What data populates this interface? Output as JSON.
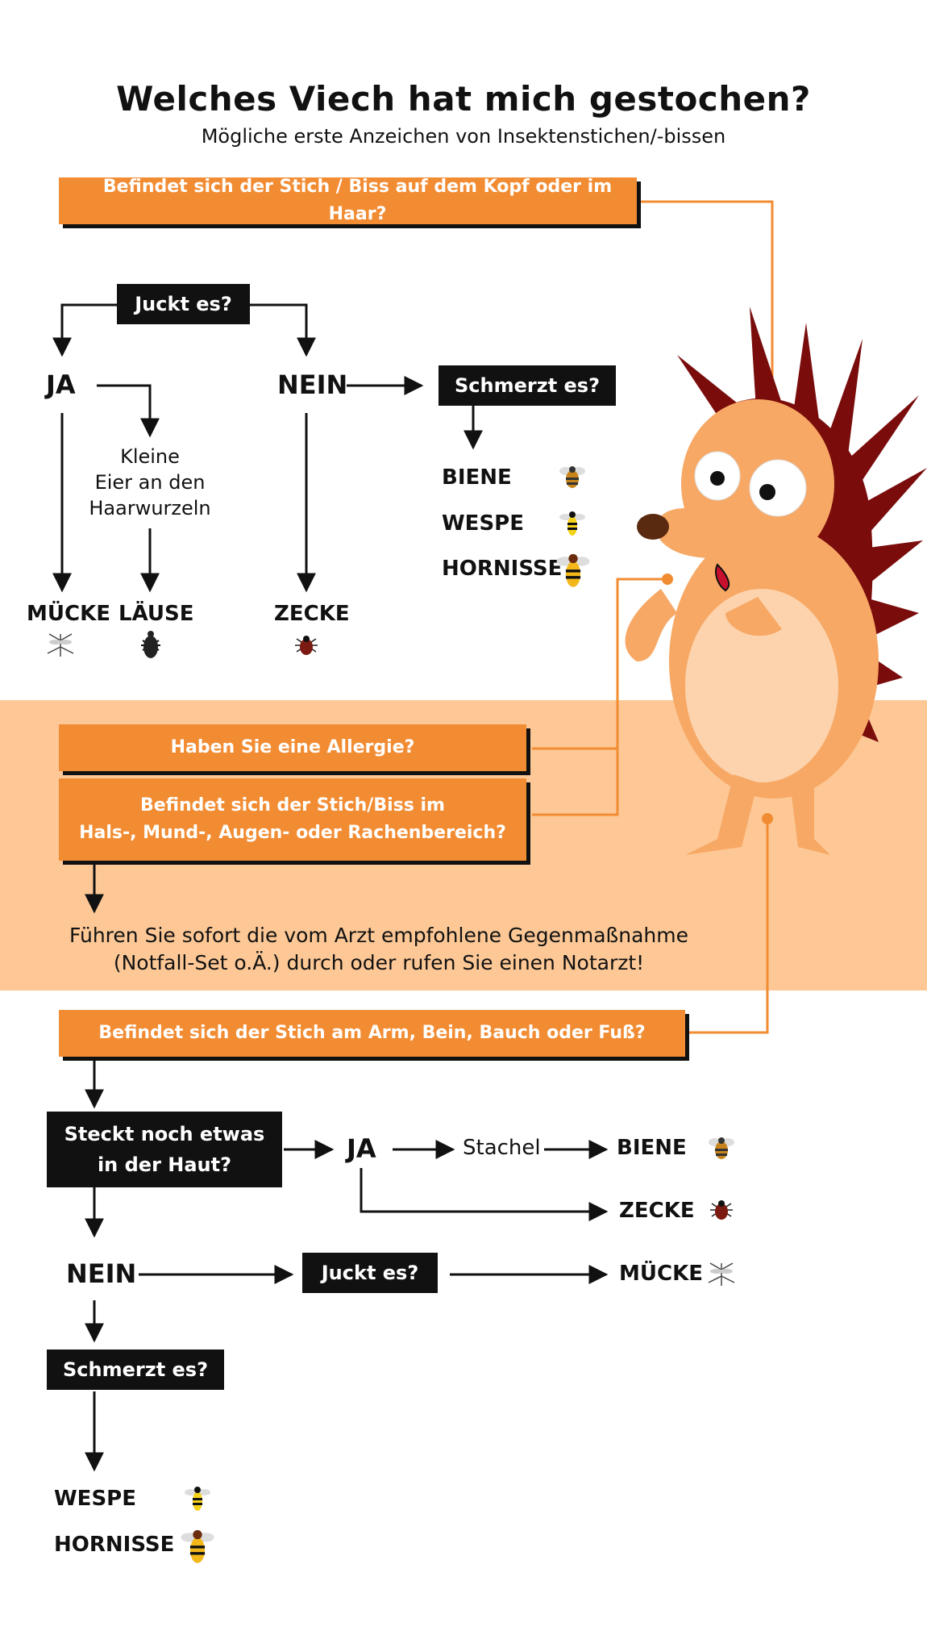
{
  "title": "Welches Viech hat mich gestochen?",
  "subtitle": "Mögliche erste Anzeichen von Insektenstichen/-bissen",
  "q_head": "Befindet sich der Stich / Biss auf dem Kopf oder im Haar?",
  "head": {
    "juckt": "Juckt es?",
    "ja": "JA",
    "nein": "NEIN",
    "eier": "Kleine\nEier an den\nHaarwurzeln",
    "schmerzt": "Schmerzt es?",
    "muecke": "MÜCKE",
    "laeuse": "LÄUSE",
    "zecke": "ZECKE",
    "biene": "BIENE",
    "wespe": "WESPE",
    "hornisse": "HORNISSE"
  },
  "q_allergy": "Haben Sie eine Allergie?",
  "q_throat": "Befindet sich der Stich/Biss im\nHals-, Mund-, Augen- oder Rachenbereich?",
  "emergency": "Führen Sie sofort die vom Arzt empfohlene Gegenmaßnahme\n(Notfall-Set o.Ä.) durch oder rufen Sie einen Notarzt!",
  "q_body": "Befindet sich der Stich am Arm, Bein, Bauch oder Fuß?",
  "body": {
    "steckt": "Steckt noch etwas\nin der Haut?",
    "ja": "JA",
    "stachel": "Stachel",
    "biene": "BIENE",
    "zecke": "ZECKE",
    "nein": "NEIN",
    "juckt": "Juckt es?",
    "muecke": "MÜCKE",
    "schmerzt": "Schmerzt es?",
    "wespe": "WESPE",
    "hornisse": "HORNISSE"
  },
  "colors": {
    "orange": "#f28c33",
    "band": "#fdc896",
    "black": "#111111",
    "hedgehog_spikes": "#7a0c0c",
    "hedgehog_body": "#f7a865"
  }
}
